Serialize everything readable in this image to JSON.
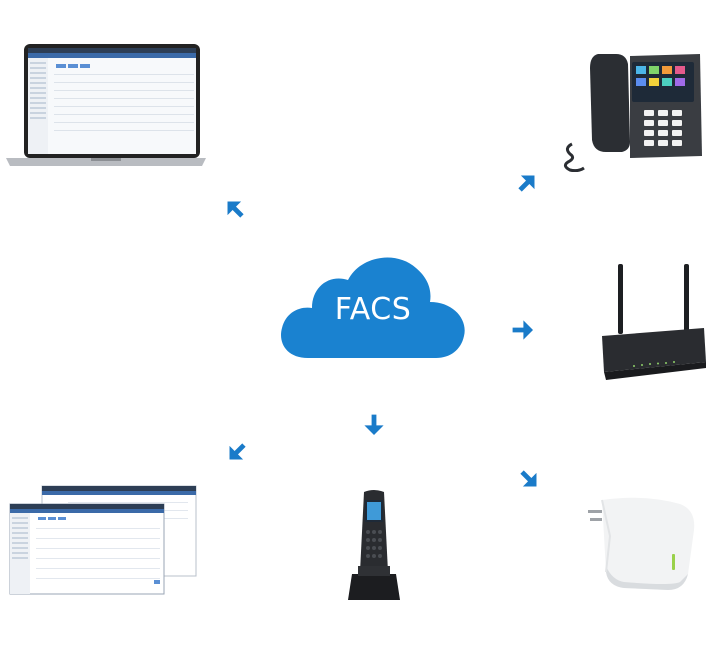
{
  "center": {
    "label": "FACS",
    "color": "#1a82d0"
  },
  "arrow_color": "#1a7bc9",
  "devices": [
    {
      "name": "laptop",
      "icon": "laptop-icon"
    },
    {
      "name": "desk-phone",
      "icon": "desk-phone-icon"
    },
    {
      "name": "router",
      "icon": "router-icon"
    },
    {
      "name": "web-console",
      "icon": "web-console-icon"
    },
    {
      "name": "dect-handset",
      "icon": "dect-handset-icon"
    },
    {
      "name": "plug-adapter",
      "icon": "plug-adapter-icon"
    }
  ]
}
